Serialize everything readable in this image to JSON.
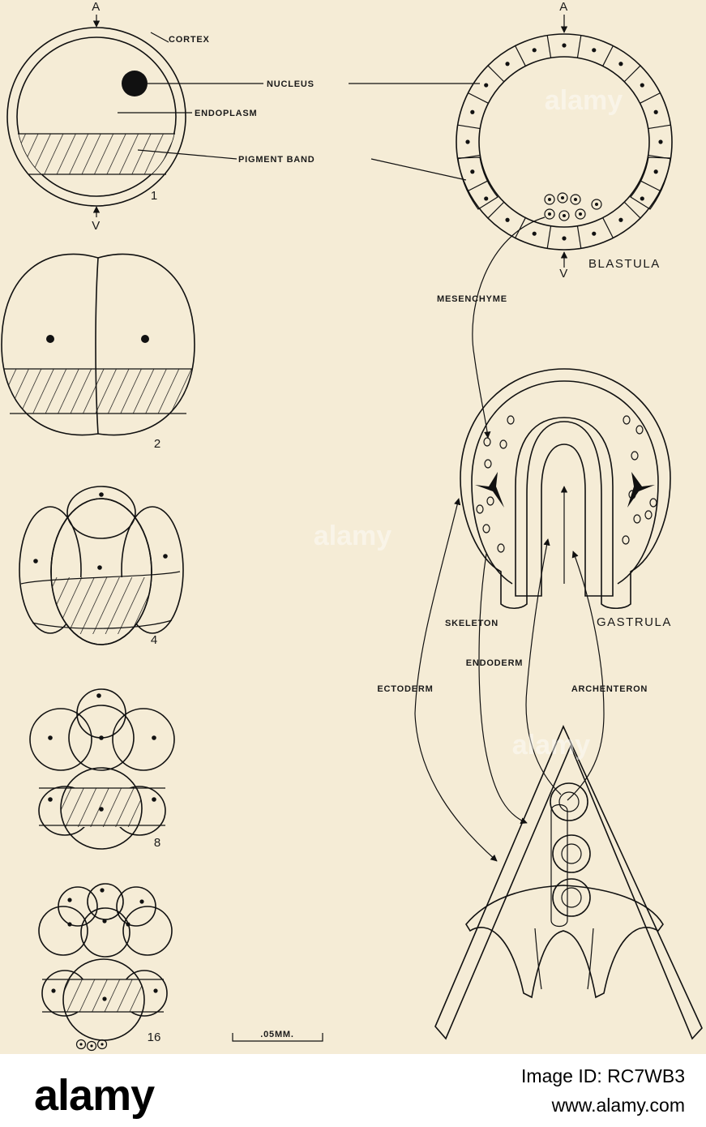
{
  "labels": {
    "animal_pole": "A",
    "vegetal_pole": "V",
    "cortex": "CORTEX",
    "nucleus": "NUCLEUS",
    "endoplasm": "ENDOPLASM",
    "pigment_band": "PIGMENT  BAND",
    "blastula": "BLASTULA",
    "mesenchyme": "MESENCHYME",
    "gastrula": "GASTRULA",
    "skeleton": "SKELETON",
    "endoderm": "ENDODERM",
    "archenteron": "ARCHENTERON",
    "ectoderm": "ECTODERM",
    "scale_bar": ".05MM.",
    "stage_1": "1",
    "stage_2": "2",
    "stage_4": "4",
    "stage_8": "8",
    "stage_16": "16"
  },
  "watermark": "alamy",
  "footer": {
    "logo": "alamy",
    "image_id": "Image ID: RC7WB3",
    "url": "www.alamy.com"
  },
  "colors": {
    "paper": "#f5ecd6",
    "ink": "#111111",
    "footer_bg": "#ffffff"
  }
}
